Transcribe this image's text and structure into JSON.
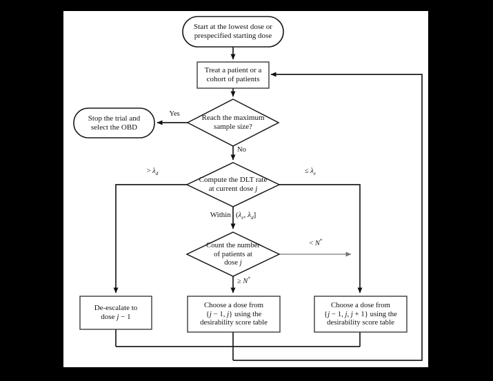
{
  "colors": {
    "background": "#000000",
    "page": "#ffffff",
    "line": "#1c1c1c",
    "box_border": "#3a3a3a",
    "muted_arrow": "#777777",
    "text": "#111111"
  },
  "nodes": {
    "start": {
      "line1": "Start at the lowest dose or",
      "line2": "prespecified starting dose"
    },
    "treat": {
      "line1": "Treat a patient or a",
      "line2": "cohort of patients"
    },
    "max_sample": {
      "line1": "Reach the maximum",
      "line2": "sample size?"
    },
    "stop": {
      "line1": "Stop the trial and",
      "line2": "select the OBD"
    },
    "compute_dlt": {
      "line1": "Compute the DLT rate",
      "line2_pre": "at current dose ",
      "line2_var": "j"
    },
    "count_patients": {
      "line1": "Count the number",
      "line2": "of patients at",
      "line3_pre": "dose ",
      "line3_var": "j"
    },
    "deescalate": {
      "line1": "De-escalate to",
      "line2_pre": "dose ",
      "line2_var": "j",
      "line2_post": " − 1"
    },
    "choose_two": {
      "line1": "Choose a dose from",
      "l2a": "{",
      "l2b": "j",
      "l2c": " − 1, ",
      "l2d": "j",
      "l2e": "} using the",
      "line3": "desirability score table"
    },
    "choose_three": {
      "line1": "Choose a dose from",
      "l2a": "{",
      "l2b": "j",
      "l2c": " − 1, ",
      "l2d": "j",
      "l2e": ", ",
      "l2f": "j",
      "l2g": " + 1} using the",
      "line3": "desirability score table"
    }
  },
  "edge_labels": {
    "yes": "Yes",
    "no": "No",
    "gt_lambda": {
      "op": "> ",
      "sym": "λ",
      "sub": "d"
    },
    "le_lambda": {
      "op": "≤ ",
      "sym": "λ",
      "sub": "e"
    },
    "within": {
      "word": "Within",
      "open": "(",
      "sym1": "λ",
      "sub1": "e",
      "comma": ", ",
      "sym2": "λ",
      "sub2": "d",
      "close": "]"
    },
    "lt_n": {
      "op": "< ",
      "sym": "N",
      "sup": "*"
    },
    "ge_n": {
      "op": "≥ ",
      "sym": "N",
      "sup": "*"
    }
  }
}
